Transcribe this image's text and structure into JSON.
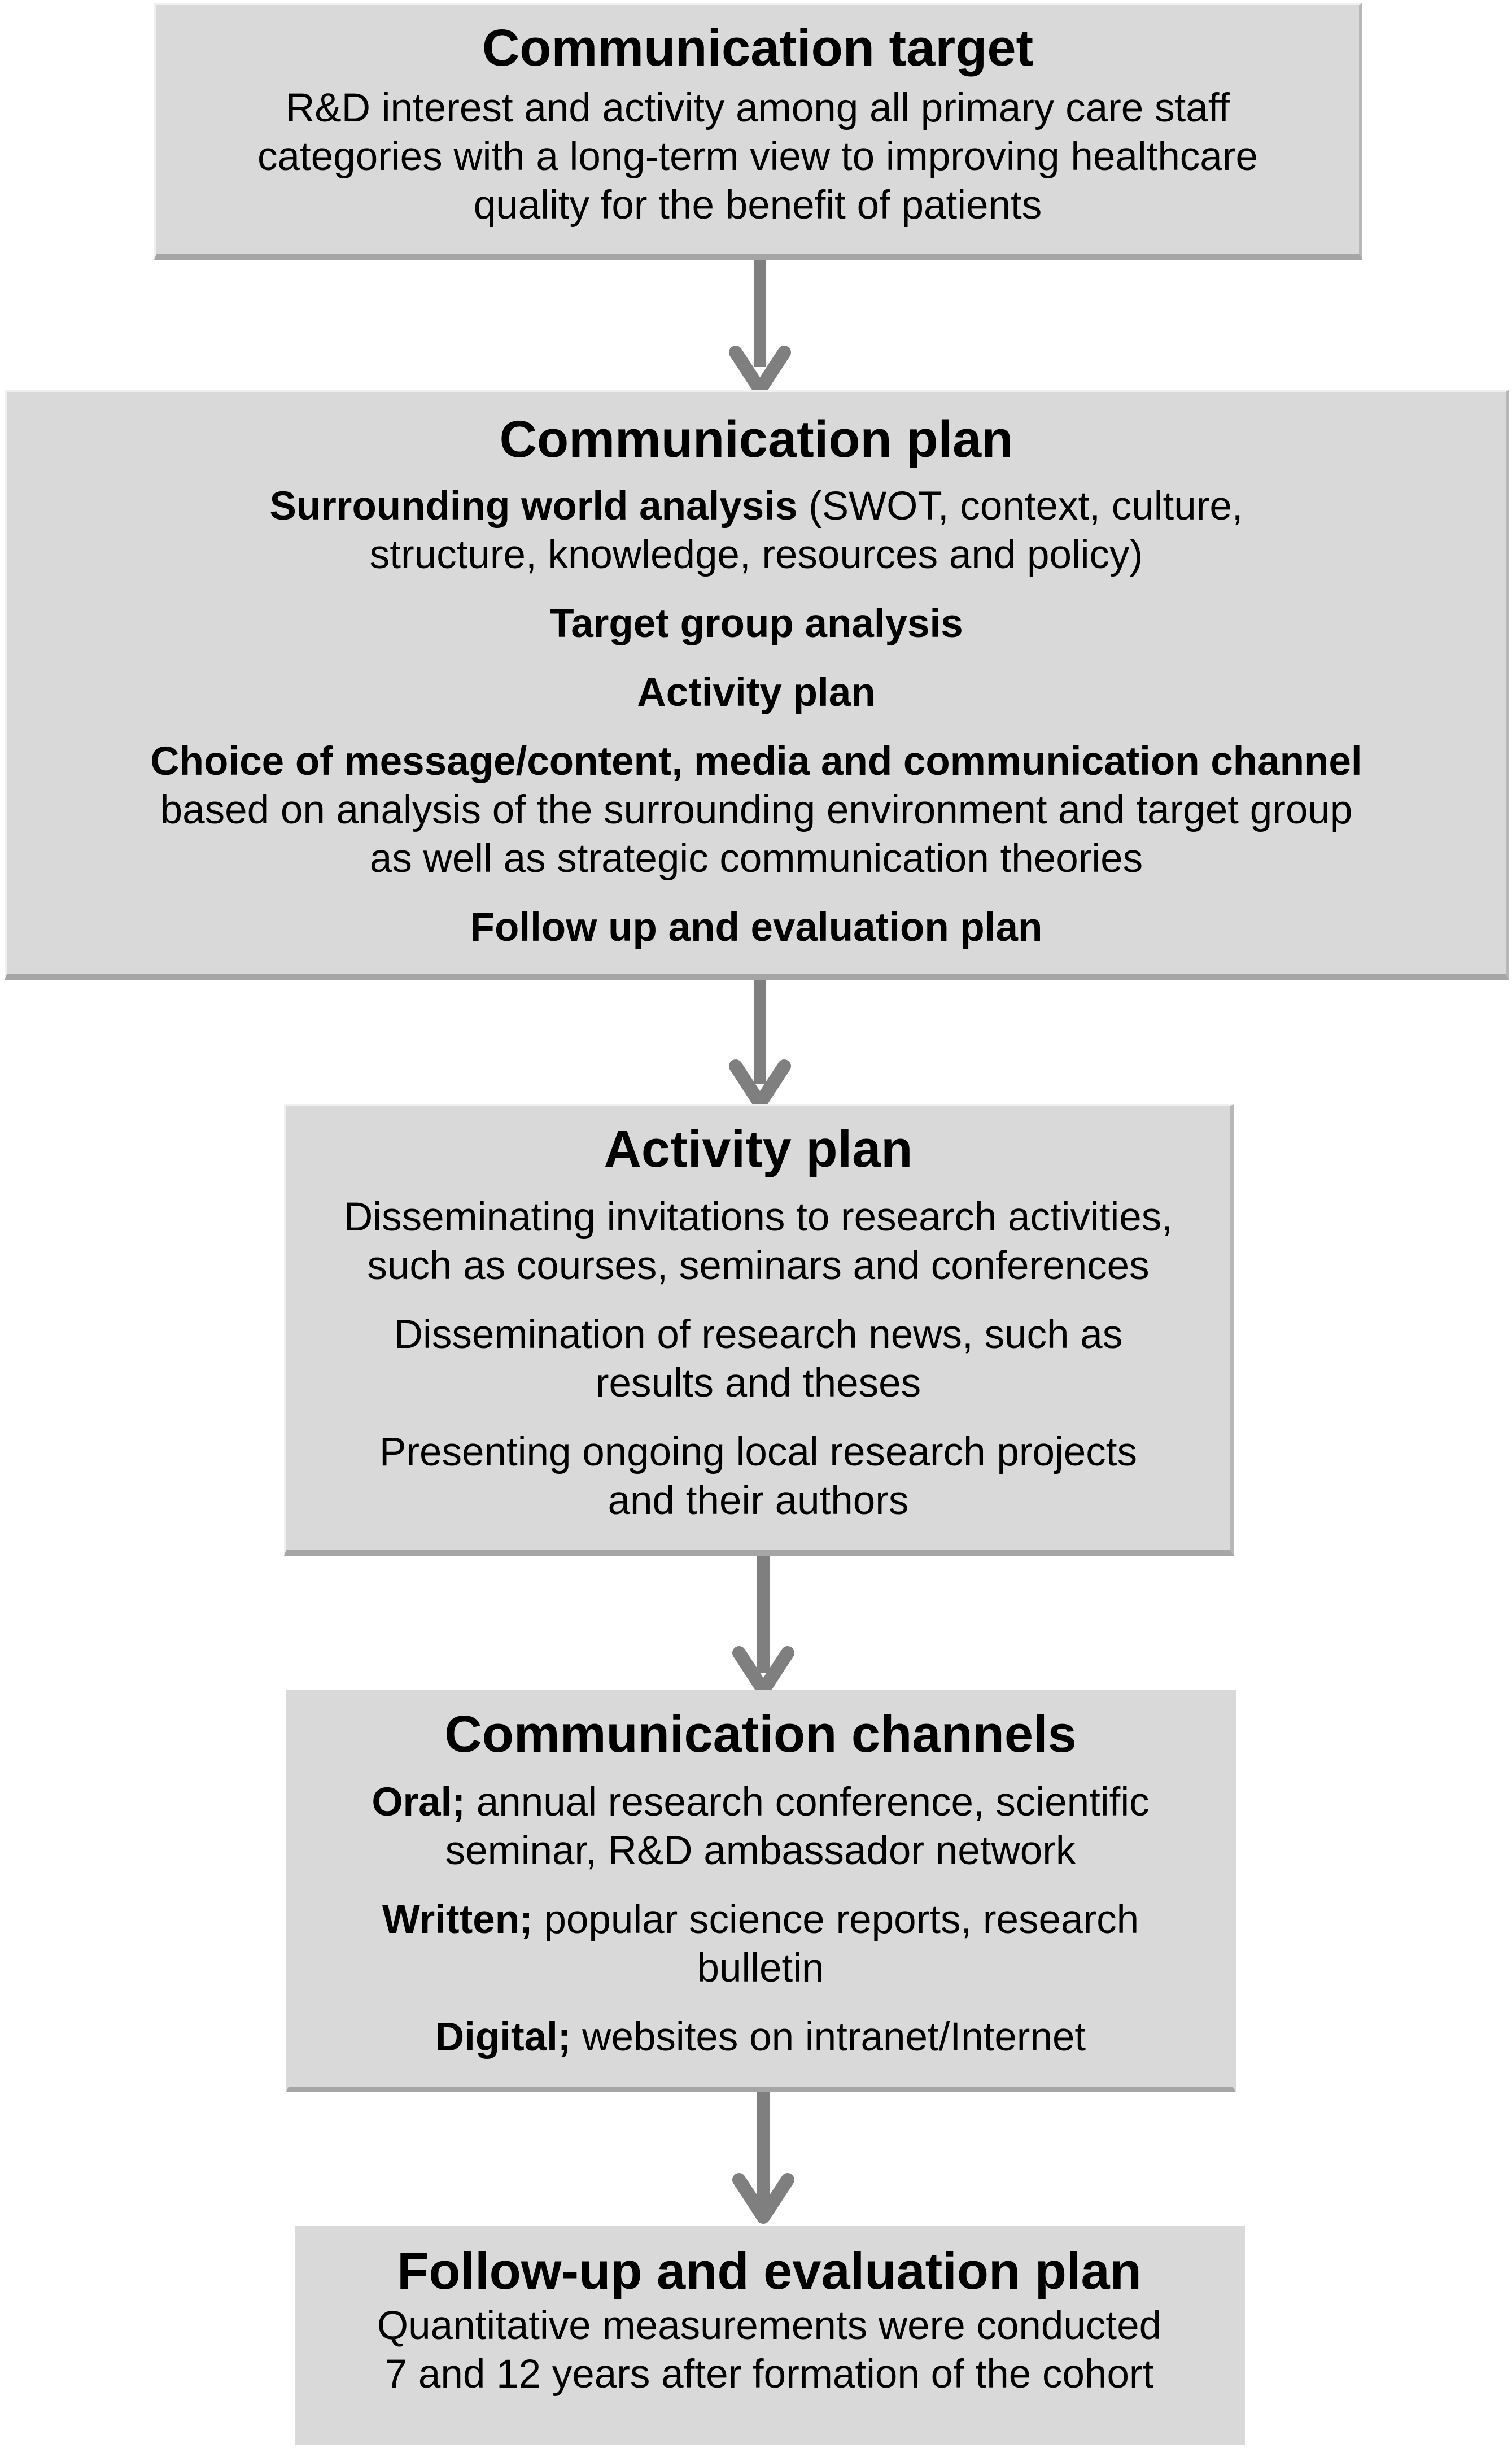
{
  "target": {
    "title": "Communication target",
    "lines": [
      "R&D interest and activity among all primary care staff",
      "categories with a long-term view to improving healthcare",
      "quality for the benefit of patients"
    ]
  },
  "plan": {
    "title": "Communication plan",
    "surrounding_bold": "Surrounding world analysis",
    "surrounding_rest": " (SWOT, context, culture,",
    "surrounding_line2": "structure, knowledge, resources and policy)",
    "target_group": "Target group analysis",
    "activity": "Activity plan",
    "choice_bold": "Choice of message/content, media and communication channel",
    "choice_line2": "based on analysis of the surrounding environment and target group",
    "choice_line3": "as well as strategic communication theories",
    "follow_up": "Follow up and evaluation plan"
  },
  "activity": {
    "title": "Activity plan",
    "items": [
      [
        "Disseminating invitations to research activities,",
        "such as courses, seminars and conferences"
      ],
      [
        "Dissemination of research news, such as",
        "results and theses"
      ],
      [
        "Presenting ongoing local research projects",
        "and their authors"
      ]
    ]
  },
  "channels": {
    "title": "Communication channels",
    "oral_bold": "Oral;",
    "oral_rest": " annual research conference, scientific",
    "oral_line2": "seminar, R&D ambassador network",
    "written_bold": "Written;",
    "written_rest": " popular science reports, research",
    "written_line2": "bulletin",
    "digital_bold": "Digital;",
    "digital_rest": " websites on intranet/Internet"
  },
  "evaluation": {
    "title": "Follow-up and evaluation plan",
    "lines": [
      "Quantitative measurements were conducted",
      "7 and 12 years after formation of the cohort"
    ]
  },
  "colors": {
    "box_fill": "#d9d9d9",
    "arrow": "#7f7f7f"
  }
}
